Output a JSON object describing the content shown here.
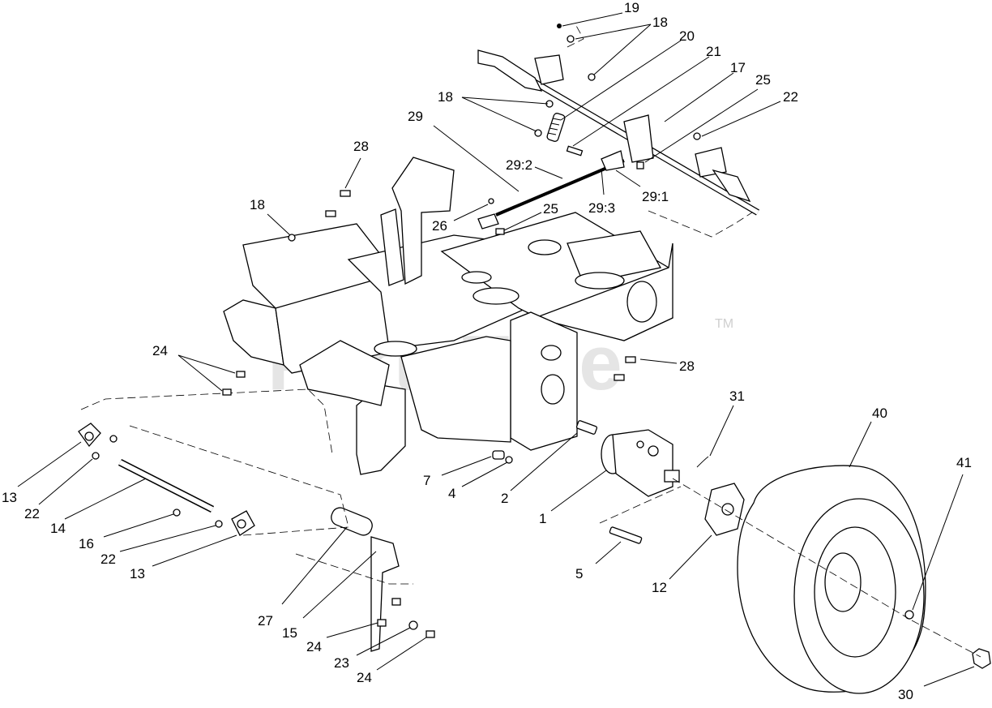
{
  "watermark": {
    "text": "PartsTree",
    "trademark": "TM"
  },
  "callouts": [
    {
      "id": "c19a",
      "label": "19"
    },
    {
      "id": "c18a",
      "label": "18"
    },
    {
      "id": "c20",
      "label": "20"
    },
    {
      "id": "c21",
      "label": "21"
    },
    {
      "id": "c17",
      "label": "17"
    },
    {
      "id": "c25a",
      "label": "25"
    },
    {
      "id": "c22a",
      "label": "22"
    },
    {
      "id": "c18b",
      "label": "18"
    },
    {
      "id": "c29",
      "label": "29"
    },
    {
      "id": "c28a",
      "label": "28"
    },
    {
      "id": "c29-2",
      "label": "29:2"
    },
    {
      "id": "c29-1",
      "label": "29:1"
    },
    {
      "id": "c18c",
      "label": "18"
    },
    {
      "id": "c25b",
      "label": "25"
    },
    {
      "id": "c26",
      "label": "26"
    },
    {
      "id": "c29-3",
      "label": "29:3"
    },
    {
      "id": "c24a",
      "label": "24"
    },
    {
      "id": "c28b",
      "label": "28"
    },
    {
      "id": "c31",
      "label": "31"
    },
    {
      "id": "c40",
      "label": "40"
    },
    {
      "id": "c41",
      "label": "41"
    },
    {
      "id": "c13a",
      "label": "13"
    },
    {
      "id": "c22b",
      "label": "22"
    },
    {
      "id": "c14",
      "label": "14"
    },
    {
      "id": "c16",
      "label": "16"
    },
    {
      "id": "c22c",
      "label": "22"
    },
    {
      "id": "c13b",
      "label": "13"
    },
    {
      "id": "c7",
      "label": "7"
    },
    {
      "id": "c4",
      "label": "4"
    },
    {
      "id": "c2",
      "label": "2"
    },
    {
      "id": "c1",
      "label": "1"
    },
    {
      "id": "c5",
      "label": "5"
    },
    {
      "id": "c12",
      "label": "12"
    },
    {
      "id": "c27",
      "label": "27"
    },
    {
      "id": "c15",
      "label": "15"
    },
    {
      "id": "c24b",
      "label": "24"
    },
    {
      "id": "c23",
      "label": "23"
    },
    {
      "id": "c24c",
      "label": "24"
    },
    {
      "id": "c30",
      "label": "30"
    }
  ]
}
